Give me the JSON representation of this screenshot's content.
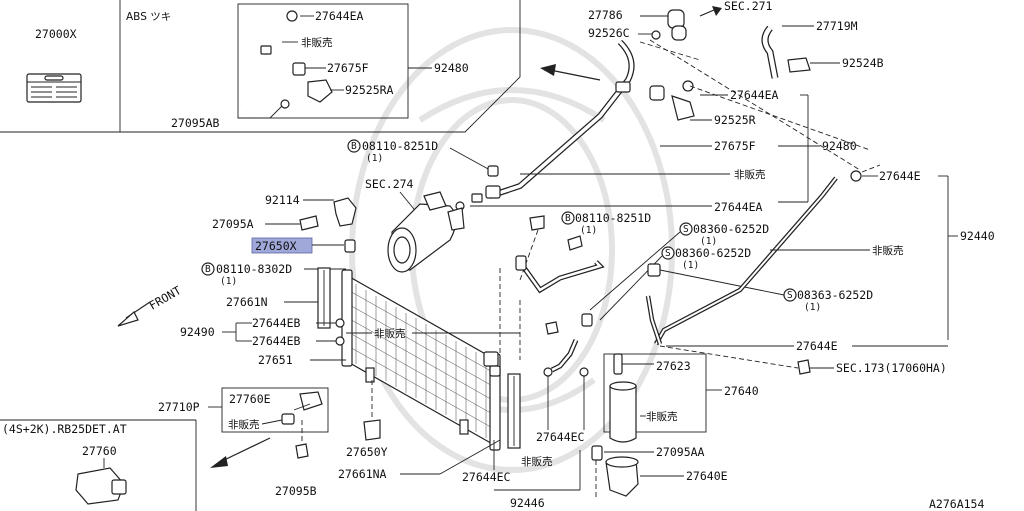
{
  "diagram_id": "A276A154",
  "sections": {
    "label_box": "27000X",
    "abs_box": "ABS ツキ",
    "engine_box": "(4S+2K).RB25DET.AT",
    "sec271": "SEC.271",
    "sec274": "SEC.274",
    "sec173": "SEC.173(17060HA)",
    "front": "FRONT"
  },
  "not_for_sale": "非販売",
  "labels": {
    "p27644EA_top": "27644EA",
    "p92480_top": "92480",
    "p27675F_top": "27675F",
    "p92525RA": "92525RA",
    "p27095AB": "27095AB",
    "p27786": "27786",
    "p92526C": "92526C",
    "p27719M": "27719M",
    "p92524B": "92524B",
    "p27644EA_mid": "27644EA",
    "p92525R": "92525R",
    "p27675F": "27675F",
    "p92480": "92480",
    "p27644E_top": "27644E",
    "p27644EA_low": "27644EA",
    "bolt_08110_8251D_a": "08110-8251D",
    "bolt_08110_8251D_a_qty": "(1)",
    "bolt_08110_8251D_b": "08110-8251D",
    "bolt_08110_8251D_b_qty": "(1)",
    "bolt_08360_a": "08360-6252D",
    "bolt_08360_a_qty": "(1)",
    "bolt_08360_b": "08360-6252D",
    "bolt_08360_b_qty": "(1)",
    "bolt_08363": "08363-6252D",
    "bolt_08363_qty": "(1)",
    "bolt_08110_8302D": "08110-8302D",
    "bolt_08110_8302D_qty": "(1)",
    "p92114": "92114",
    "p27095A": "27095A",
    "p27650X": "27650X",
    "p92440": "92440",
    "p27661N": "27661N",
    "p27644EB_a": "27644EB",
    "p27644EB_b": "27644EB",
    "p92490": "92490",
    "p27651": "27651",
    "p27644E_low": "27644E",
    "p27623": "27623",
    "p27640": "27640",
    "p27710P": "27710P",
    "p27760E": "27760E",
    "p27650Y": "27650Y",
    "p27661NA": "27661NA",
    "p27095B": "27095B",
    "p27644EC_a": "27644EC",
    "p27644EC_b": "27644EC",
    "p92446": "92446",
    "p27095AA": "27095AA",
    "p27640E": "27640E",
    "p27760": "27760"
  }
}
